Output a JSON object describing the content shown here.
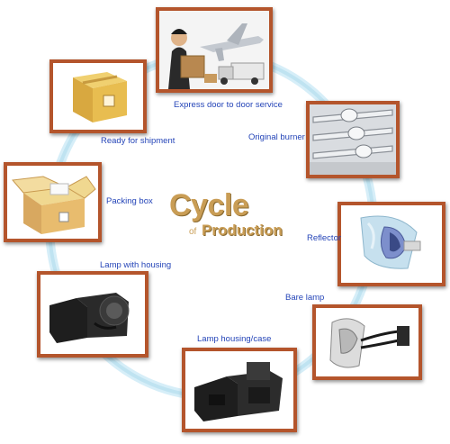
{
  "title": {
    "main": "Cycle",
    "of": "of",
    "sub": "Production"
  },
  "colors": {
    "frame": "#b4552c",
    "label": "#2545b8",
    "title": "#c99d55",
    "ring": "#bfe3f1"
  },
  "stages": [
    {
      "id": "express",
      "label": "Express door to door service"
    },
    {
      "id": "burner",
      "label": "Original burner"
    },
    {
      "id": "reflector",
      "label": "Reflector"
    },
    {
      "id": "bare-lamp",
      "label": "Bare lamp"
    },
    {
      "id": "housing-case",
      "label": "Lamp housing/case"
    },
    {
      "id": "with-housing",
      "label": "Lamp with housing"
    },
    {
      "id": "packing",
      "label": "Packing box"
    },
    {
      "id": "ready",
      "label": "Ready for shipment"
    }
  ]
}
